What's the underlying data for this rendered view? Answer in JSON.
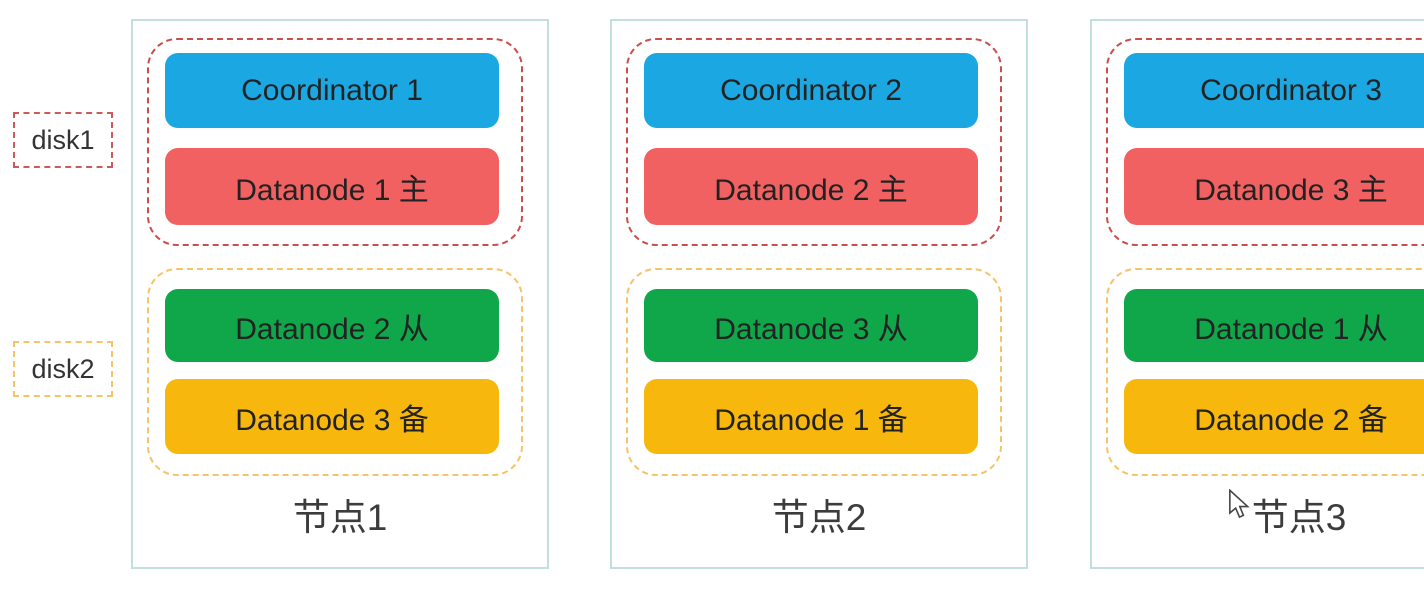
{
  "diagram": {
    "disk_labels": [
      "disk1",
      "disk2"
    ],
    "nodes": [
      {
        "label": "节点1",
        "boxes": [
          {
            "text": "Coordinator 1",
            "type": "coordinator"
          },
          {
            "text": "Datanode 1 主",
            "type": "primary"
          },
          {
            "text": "Datanode 2 从",
            "type": "secondary"
          },
          {
            "text": "Datanode 3 备",
            "type": "backup"
          }
        ]
      },
      {
        "label": "节点2",
        "boxes": [
          {
            "text": "Coordinator 2",
            "type": "coordinator"
          },
          {
            "text": "Datanode 2 主",
            "type": "primary"
          },
          {
            "text": "Datanode 3 从",
            "type": "secondary"
          },
          {
            "text": "Datanode 1 备",
            "type": "backup"
          }
        ]
      },
      {
        "label": "节点3",
        "boxes": [
          {
            "text": "Coordinator 3",
            "type": "coordinator"
          },
          {
            "text": "Datanode 3 主",
            "type": "primary"
          },
          {
            "text": "Datanode 1 从",
            "type": "secondary"
          },
          {
            "text": "Datanode 2 备",
            "type": "backup"
          }
        ]
      }
    ],
    "colors": {
      "coordinator_box": "#1BA7E1",
      "datanode_primary_box": "#F26161",
      "datanode_secondary_box": "#10A74B",
      "datanode_backup_box": "#F7B70D",
      "disk1_dashed_border": "#CC5A5A",
      "disk2_dashed_border": "#F5C469",
      "node_border": "#C2DFDD",
      "box_text": "#222222",
      "background": "#FFFFFF"
    }
  }
}
